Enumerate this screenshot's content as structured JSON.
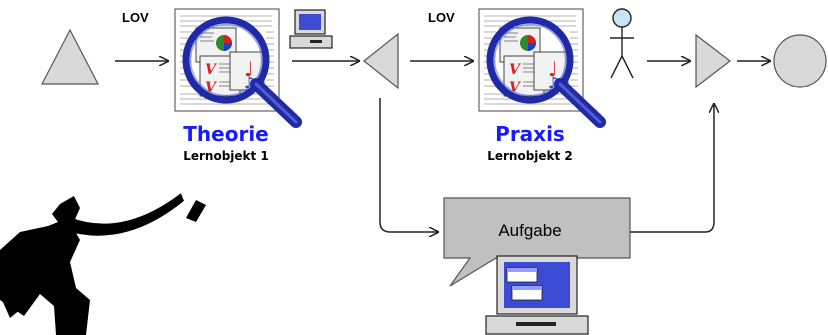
{
  "lov_label_1": "LOV",
  "lov_label_2": "LOV",
  "object_1": {
    "title": "Theorie",
    "subtitle": "Lernobjekt 1"
  },
  "object_2": {
    "title": "Praxis",
    "subtitle": "Lernobjekt 2"
  },
  "task_label": "Aufgabe",
  "colors": {
    "shape_fill": "#d9d9d9",
    "title_blue": "#1a1aff",
    "magnifier_ring": "#1f2aa6",
    "task_bubble": "#c0c0c0",
    "computer_screen": "#3b4bd4"
  },
  "icons": [
    "start-triangle-icon",
    "document-magnifier-icon",
    "computer-icon",
    "merge-triangle-icon",
    "person-icon",
    "end-circle-icon",
    "silhouette-icon"
  ]
}
